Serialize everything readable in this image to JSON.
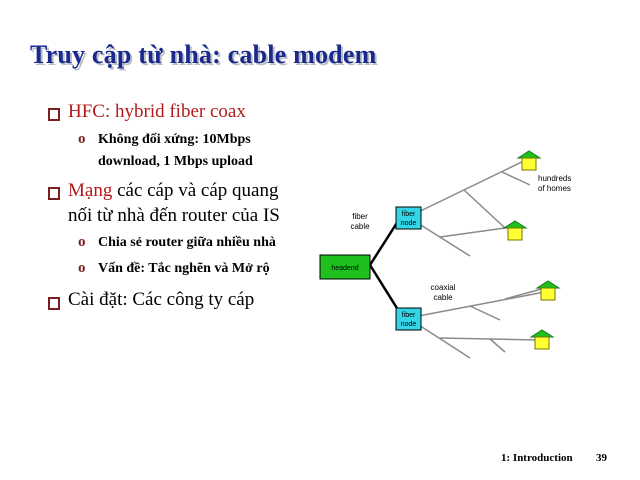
{
  "slide": {
    "title": "Truy cập từ nhà: cable modem",
    "bullets": [
      {
        "highlight": "HFC: hybrid fiber coax",
        "rest": ""
      },
      {
        "highlight": "Mạng",
        "rest": " các cáp và cáp quang"
      },
      {
        "highlight": "",
        "rest": "Cài đặt: Các công ty cáp"
      }
    ],
    "bullet2_line2": "nối từ nhà đến router của IS",
    "sub1_line1": "Không đối xứng: 10Mbps",
    "sub1_line2": "download, 1 Mbps upload",
    "sub2a": "Chia sẻ router giữa nhiều nhà",
    "sub2b": "Vấn đề: Tắc nghẽn và Mở rộ",
    "colors": {
      "title": "#1a2a8c",
      "highlight": "#b21a1a",
      "bullet": "#7a1f1f"
    }
  },
  "diagram": {
    "headend": "headend",
    "fiber_node_line1": "fiber",
    "fiber_node_line2": "node",
    "fiber_cable_line1": "fiber",
    "fiber_cable_line2": "cable",
    "coaxial_cable_line1": "coaxial",
    "coaxial_cable_line2": "cable",
    "homes_line1": "hundreds",
    "homes_line2": "of homes",
    "colors": {
      "headend": "#1ec01e",
      "fiber_node": "#33d6e8",
      "house_roof": "#1ec01e",
      "house_body": "#ffff33"
    }
  },
  "footer": {
    "chapter": "1: Introduction",
    "page": "39"
  }
}
